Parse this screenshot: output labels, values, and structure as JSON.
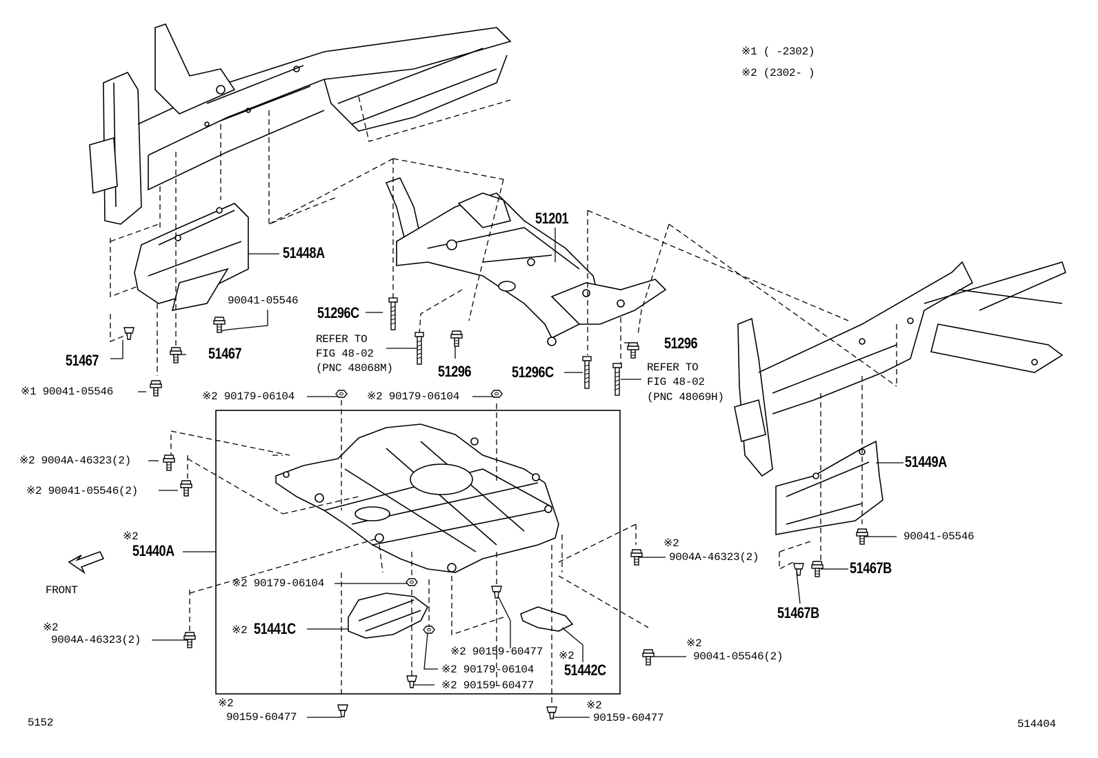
{
  "legend": {
    "note1": "※1 (     -2302)",
    "note2": "※2 (2302-     )"
  },
  "labels": {
    "p51448A": "51448A",
    "p90041_05546_a": "90041-05546",
    "p51296C_a": "51296C",
    "refer_to_a": "REFER TO",
    "fig_48_02_a": "FIG 48-02",
    "pnc_48068M": "(PNC 48068M)",
    "p51296_a": "51296",
    "p51201": "51201",
    "p51296_b": "51296",
    "p51296C_b": "51296C",
    "refer_to_b": "REFER TO",
    "fig_48_02_b": "FIG 48-02",
    "pnc_48069H": "(PNC 48069H)",
    "p51467_a": "51467",
    "p51467_b": "51467",
    "x1_90041_05546": "※1 90041-05546",
    "x2_90179_06104_a": "※2 90179-06104",
    "x2_90179_06104_b": "※2 90179-06104",
    "x2_9004A_46323_2_a": "※2 9004A-46323(2)",
    "x2_90041_05546_2_a": "※2 90041-05546(2)",
    "x2_mark_51440A": "※2",
    "p51440A": "51440A",
    "front": "FRONT",
    "x2_90179_06104_c": "※2 90179-06104",
    "x2_mark_9004A_b": "※2",
    "p9004A_46323_2_b": "9004A-46323(2)",
    "x2_51441C_mark": "※2",
    "p51441C": "51441C",
    "x2_90159_60477_a": "※2 90159-60477",
    "x2_mark_51442C": "※2",
    "p51442C": "51442C",
    "x2_90179_06104_d": "※2 90179-06104",
    "x2_90159_60477_b": "※2 90159-60477",
    "x2_mark_90159_c": "※2",
    "p90159_60477_c": "90159-60477",
    "x2_mark_90159_d": "※2",
    "p90159_60477_d": "90159-60477",
    "x2_mark_9004A_c": "※2",
    "p9004A_46323_2_c": "9004A-46323(2)",
    "x2_mark_90041_c": "※2",
    "p90041_05546_2_c": "90041-05546(2)",
    "p51449A": "51449A",
    "p90041_05546_d": "90041-05546",
    "p51467B_a": "51467B",
    "p51467B_b": "51467B",
    "code_left": "5152",
    "code_right": "514404"
  }
}
